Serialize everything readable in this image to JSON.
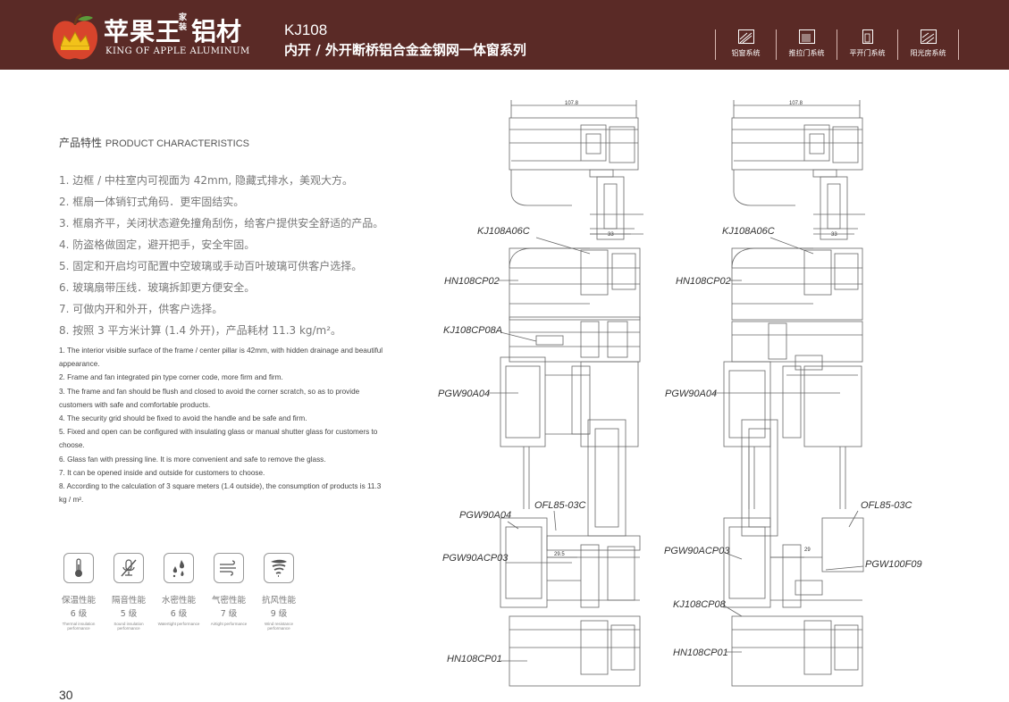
{
  "header": {
    "brand_cn": "苹果王",
    "brand_small": "家装",
    "brand_cn2": "铝材",
    "brand_en": "KING OF APPLE ALUMINUM",
    "model": "KJ108",
    "series": "内开 / 外开断桥铝合金金钢网一体窗系列",
    "nav": [
      {
        "label": "铝窗系统",
        "icon": "window-icon"
      },
      {
        "label": "推拉门系统",
        "icon": "sliding-door-icon"
      },
      {
        "label": "平开门系统",
        "icon": "casement-door-icon"
      },
      {
        "label": "阳光房系统",
        "icon": "sunroom-icon"
      }
    ]
  },
  "product": {
    "title_cn": "产品特性",
    "title_en": "PRODUCT CHARACTERISTICS",
    "cn_items": [
      "1. 边框 / 中柱室内可视面为 42mm, 隐藏式排水，美观大方。",
      "2. 框扇一体销钉式角码．更牢固结实。",
      "3. 框扇齐平，关闭状态避免撞角刮伤，给客户提供安全舒适的产品。",
      "4. 防盗格做固定，避开把手，安全牢固。",
      "5. 固定和开启均可配置中空玻璃或手动百叶玻璃可供客户选择。",
      "6. 玻璃扇带压线．玻璃拆卸更方便安全。",
      "7. 可做内开和外开，供客户选择。",
      "8. 按照 3 平方米计算 (1.4 外开)，产品耗材 11.3 kg/m²。"
    ],
    "en_items": [
      "1. The interior visible surface of the frame / center pillar is 42mm, with hidden drainage and beautiful appearance.",
      "2. Frame and fan integrated pin type corner code, more firm and firm.",
      "3. The frame and fan should be flush and closed to avoid the corner scratch, so as to provide customers with safe and comfortable products.",
      "4. The security grid should be fixed to avoid the handle and be safe and firm.",
      "5. Fixed and open can be configured with insulating glass or manual shutter glass for customers to choose.",
      "6. Glass fan with pressing line. It is more convenient and safe to remove the glass.",
      "7. It can be opened inside and outside for customers to choose.",
      "8. According to the calculation of 3 square meters (1.4 outside), the consumption of products is 11.3 kg / m²."
    ]
  },
  "performance": [
    {
      "name": "保温性能",
      "level": "6 级",
      "en": "Thermal insulation performance",
      "icon": "thermometer-icon"
    },
    {
      "name": "隔音性能",
      "level": "5 级",
      "en": "Sound insulation performance",
      "icon": "mute-icon"
    },
    {
      "name": "水密性能",
      "level": "6 级",
      "en": "Watertight performance",
      "icon": "water-drops-icon"
    },
    {
      "name": "气密性能",
      "level": "7 级",
      "en": "Airtight performance",
      "icon": "wind-icon"
    },
    {
      "name": "抗风性能",
      "level": "9 级",
      "en": "Wind resistance performance",
      "icon": "tornado-icon"
    }
  ],
  "drawing_left": {
    "dim_top": "107.8",
    "dim_mid": "33",
    "dim_low": "29.5",
    "labels": [
      "KJ108A06C",
      "HN108CP02",
      "KJ108CP08A",
      "PGW90A04",
      "PGW90A04",
      "OFL85-03C",
      "PGW90ACP03",
      "HN108CP01"
    ]
  },
  "drawing_right": {
    "dim_top": "107.8",
    "dim_mid": "33",
    "dim_low": "29",
    "labels": [
      "KJ108A06C",
      "HN108CP02",
      "PGW90A04",
      "OFL85-03C",
      "PGW90ACP03",
      "PGW100F09",
      "KJ108CP08",
      "HN108CP01"
    ]
  },
  "page_number": "30"
}
